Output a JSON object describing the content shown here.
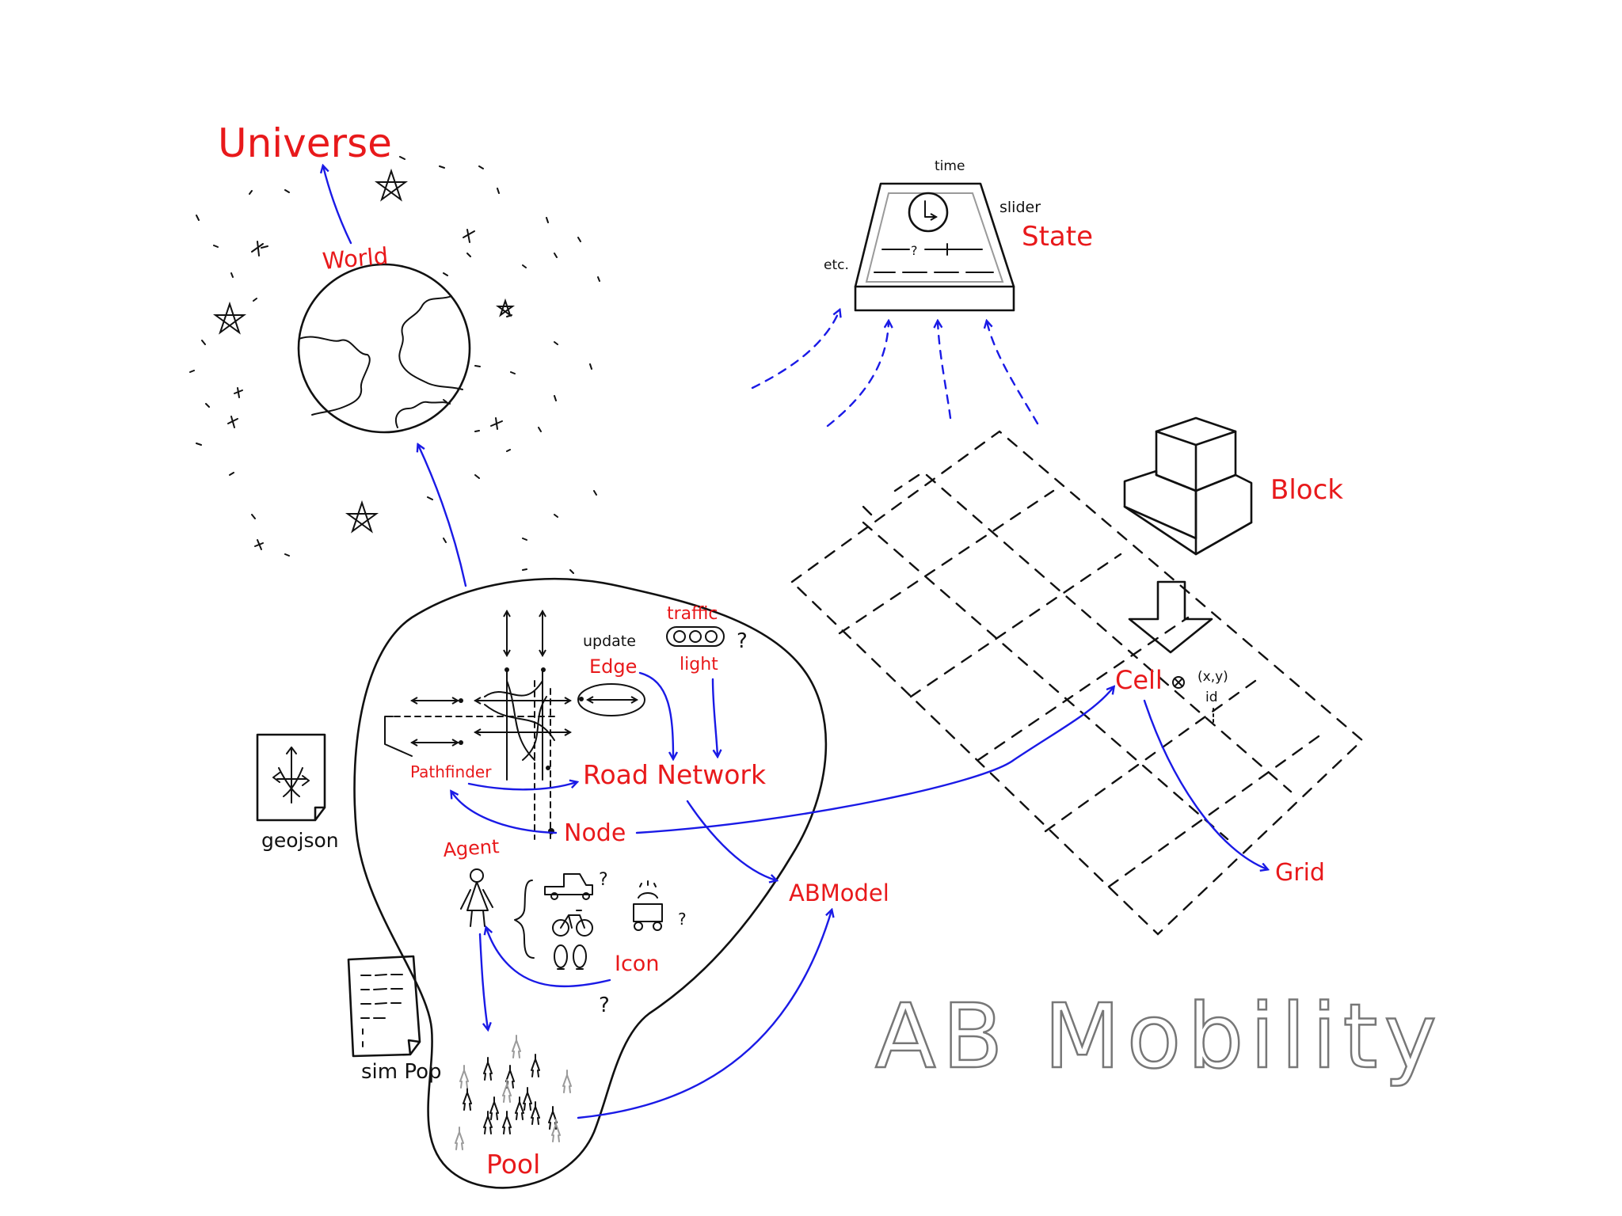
{
  "labels": {
    "universe": "Universe",
    "world": "World",
    "state": "State",
    "time": "time",
    "slider": "slider",
    "etc": "etc.",
    "block": "Block",
    "cell": "Cell",
    "xy": "(x,y)",
    "id": "id",
    "grid": "Grid",
    "traffic": "traffic",
    "light": "light",
    "update": "update",
    "edge": "Edge",
    "pathfinder": "Pathfinder",
    "road_network": "Road Network",
    "node": "Node",
    "agent": "Agent",
    "icon": "Icon",
    "abmodel": "ABModel",
    "pool": "Pool",
    "geojson": "geojson",
    "simpop": "sim Pop",
    "question": "?",
    "title": "AB Mobility"
  },
  "colors": {
    "label_red": "#e8191b",
    "arrow_blue": "#1a1ae6",
    "ink": "#111111",
    "title_outline": "#777777"
  }
}
